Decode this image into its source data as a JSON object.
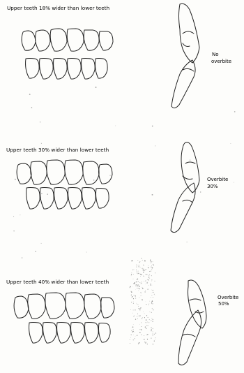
{
  "panels": [
    {
      "caption": "Upper teeth 18% wider than lower teeth",
      "side_label": [
        "No",
        "overbite"
      ]
    },
    {
      "caption": "Upper teeth 30% wider than lower teeth",
      "side_label": [
        "Overbite",
        "30%"
      ]
    },
    {
      "caption": "Upper teeth 40% wider than lower teeth",
      "side_label": [
        "Overbite",
        "50%"
      ]
    }
  ]
}
